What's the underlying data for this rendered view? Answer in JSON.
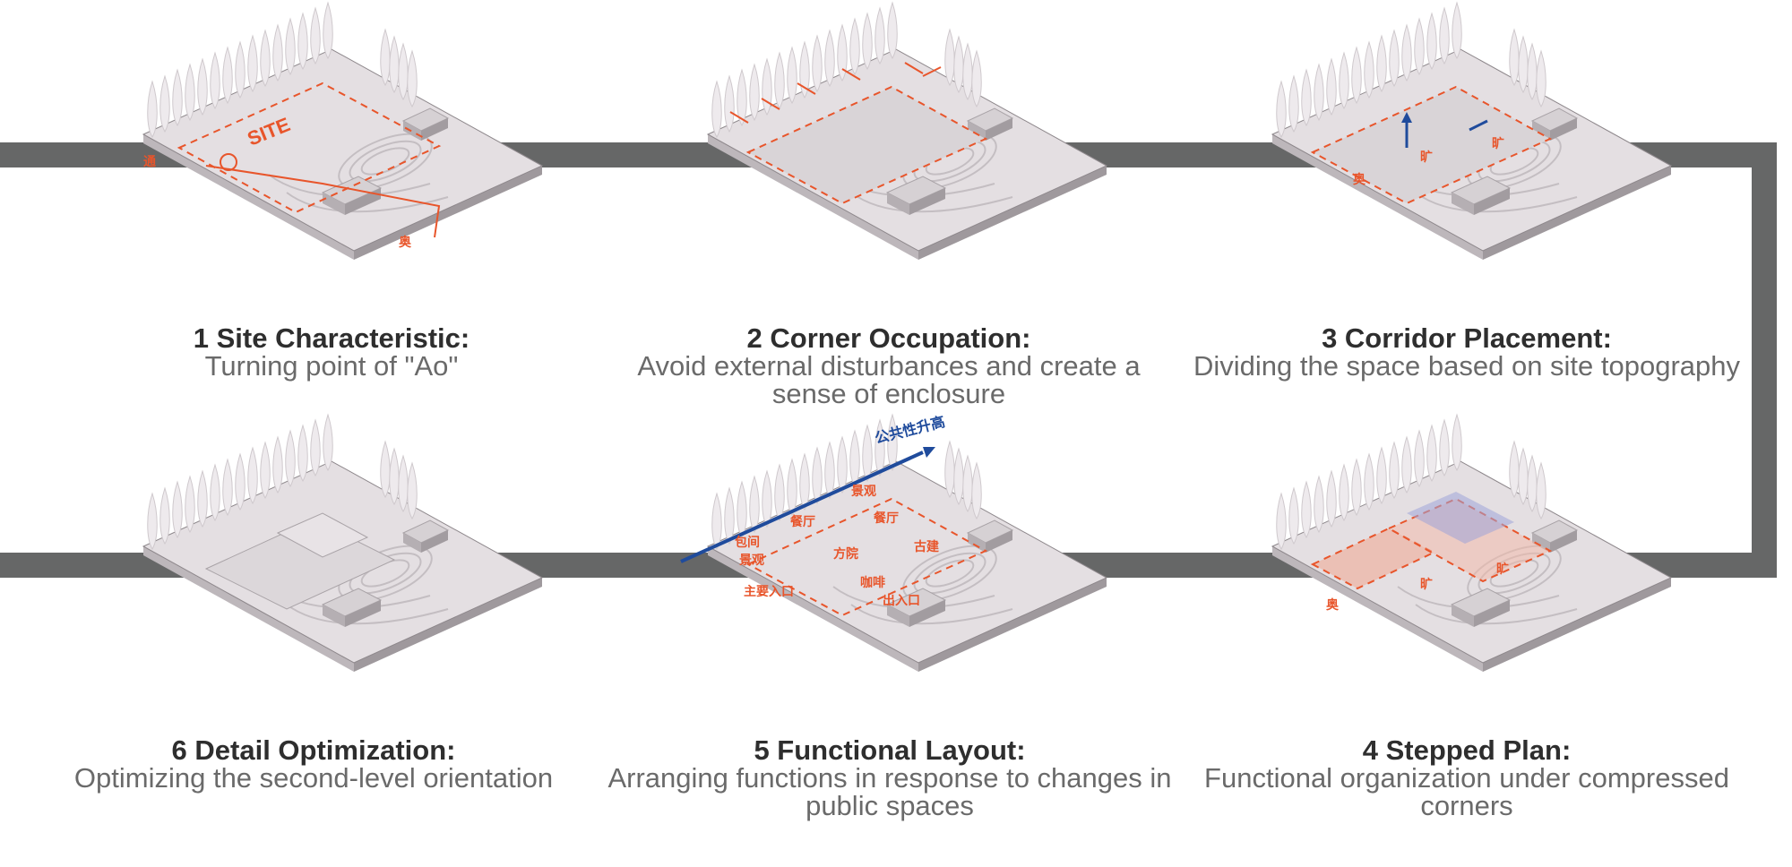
{
  "colors": {
    "path_band": "#666767",
    "model_top": "#e4dfe2",
    "model_side_left": "#bdb7bb",
    "model_side_right": "#a9a3a7",
    "annotation_red": "#e8552b",
    "annotation_blue": "#1f4b9c",
    "title_text": "#2e2e2e",
    "desc_text": "#6a6a6a"
  },
  "steps": [
    {
      "title": "1 Site Characteristic:",
      "description": "Turning point of \"Ao\"",
      "annotations": {
        "site": "SITE",
        "left": "通",
        "right": "奥"
      }
    },
    {
      "title": "2 Corner Occupation:",
      "description": "Avoid external disturbances and create a sense of enclosure",
      "annotations": {}
    },
    {
      "title": "3 Corridor Placement:",
      "description": "Dividing the space based on site topography",
      "annotations": {
        "a": "奥",
        "b": "旷",
        "c": "旷"
      }
    },
    {
      "title": "4 Stepped Plan:",
      "description": "Functional organization under compressed corners",
      "annotations": {
        "a": "奥",
        "b": "旷",
        "c": "旷"
      }
    },
    {
      "title": "5 Functional Layout:",
      "description": "Arranging functions in response to changes in public spaces",
      "annotations": {
        "arrow_label": "公共性升高",
        "rooms": [
          "包间",
          "景观",
          "餐厅",
          "景观",
          "餐厅",
          "方院",
          "古建",
          "咖啡",
          "出入口",
          "主要入口"
        ]
      }
    },
    {
      "title": "6 Detail Optimization:",
      "description": "Optimizing the second-level orientation",
      "annotations": {}
    }
  ]
}
